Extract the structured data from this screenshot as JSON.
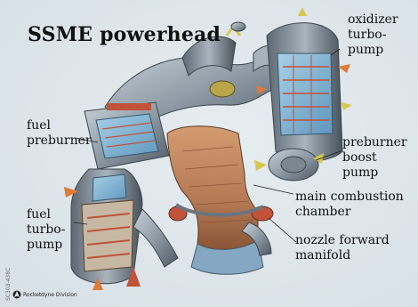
{
  "title": "SSME powerhead",
  "labels": {
    "oxidizer_turbopump": "oxidizer\nturbo-\npump",
    "fuel_preburner": "fuel\npreburner",
    "preburner_boost_pump": "preburner\nboost\npump",
    "main_combustion_chamber": "main combustion\nchamber",
    "fuel_turbopump": "fuel\nturbo-\npump",
    "nozzle_forward_manifold": "nozzle forward\nmanifold"
  },
  "catalog_number": "SC303-438C",
  "division_mark": "Rocketdyne Division",
  "colors": {
    "pipe_metal": "#8e9aa5",
    "turbine_blue": "#7fb3d4",
    "turbine_red": "#c0533a",
    "chamber_copper": "#b47a55",
    "flow_arrow_orange": "#e07a38",
    "flow_arrow_yellow": "#d6c84a"
  }
}
